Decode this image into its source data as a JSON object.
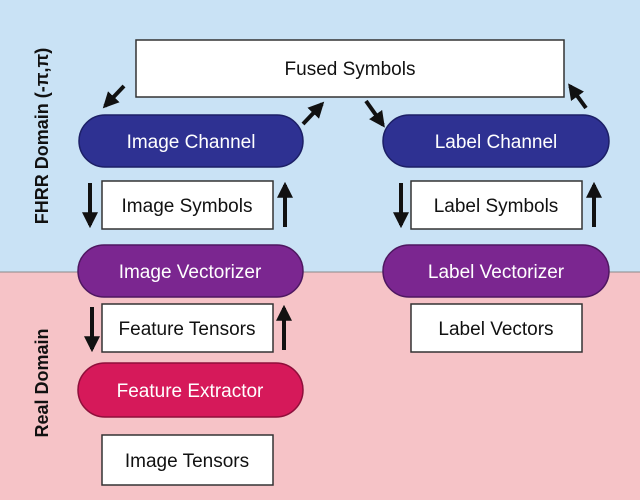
{
  "domains": {
    "fhrr": {
      "label": "FHRR Domain (-π,π)",
      "color": "#c9e2f5"
    },
    "real": {
      "label": "Real Domain",
      "color": "#f6c3c7"
    }
  },
  "nodes": {
    "fused_symbols": "Fused Symbols",
    "image_channel": "Image Channel",
    "label_channel": "Label Channel",
    "image_symbols": "Image Symbols",
    "label_symbols": "Label Symbols",
    "image_vectorizer": "Image Vectorizer",
    "label_vectorizer": "Label Vectorizer",
    "feature_tensors": "Feature Tensors",
    "label_vectors": "Label Vectors",
    "feature_extractor": "Feature Extractor",
    "image_tensors": "Image Tensors"
  },
  "colors": {
    "channel": "#2e3192",
    "vectorizer": "#7b2690",
    "extractor": "#d6195a",
    "arrow": "#111111"
  }
}
